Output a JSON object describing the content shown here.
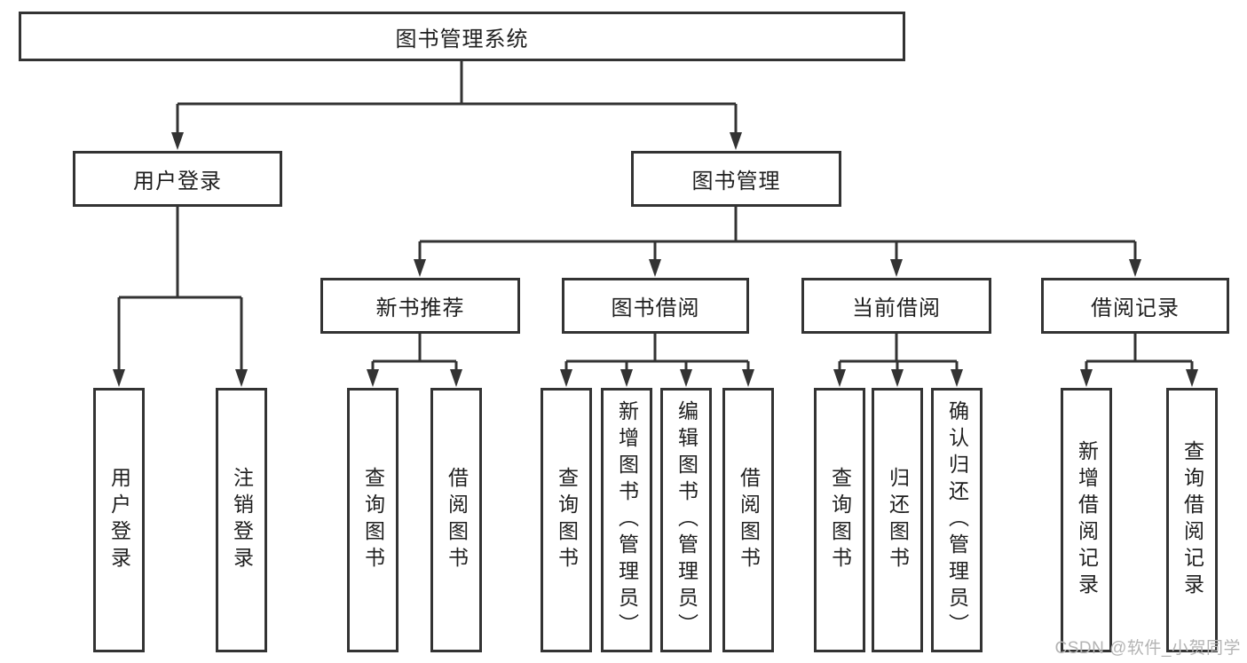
{
  "tree": {
    "root": {
      "label": "图书管理系统"
    },
    "branches": [
      {
        "label": "用户登录",
        "children": [
          "用户登录",
          "注销登录"
        ]
      },
      {
        "label": "图书管理",
        "modules": [
          {
            "label": "新书推荐",
            "children": [
              "查询图书",
              "借阅图书"
            ]
          },
          {
            "label": "图书借阅",
            "children": [
              "查询图书",
              "新增图书（管理员）",
              "编辑图书（管理员）",
              "借阅图书"
            ]
          },
          {
            "label": "当前借阅",
            "children": [
              "查询图书",
              "归还图书",
              "确认归还（管理员）"
            ]
          },
          {
            "label": "借阅记录",
            "children": [
              "新增借阅记录",
              "查询借阅记录"
            ]
          }
        ]
      }
    ]
  },
  "watermark": {
    "text": "CSDN @软件_小贺同学"
  },
  "colors": {
    "line": "#333333",
    "text": "#1f1f1f",
    "watermark": "#b4b4b4",
    "background": "#ffffff"
  }
}
